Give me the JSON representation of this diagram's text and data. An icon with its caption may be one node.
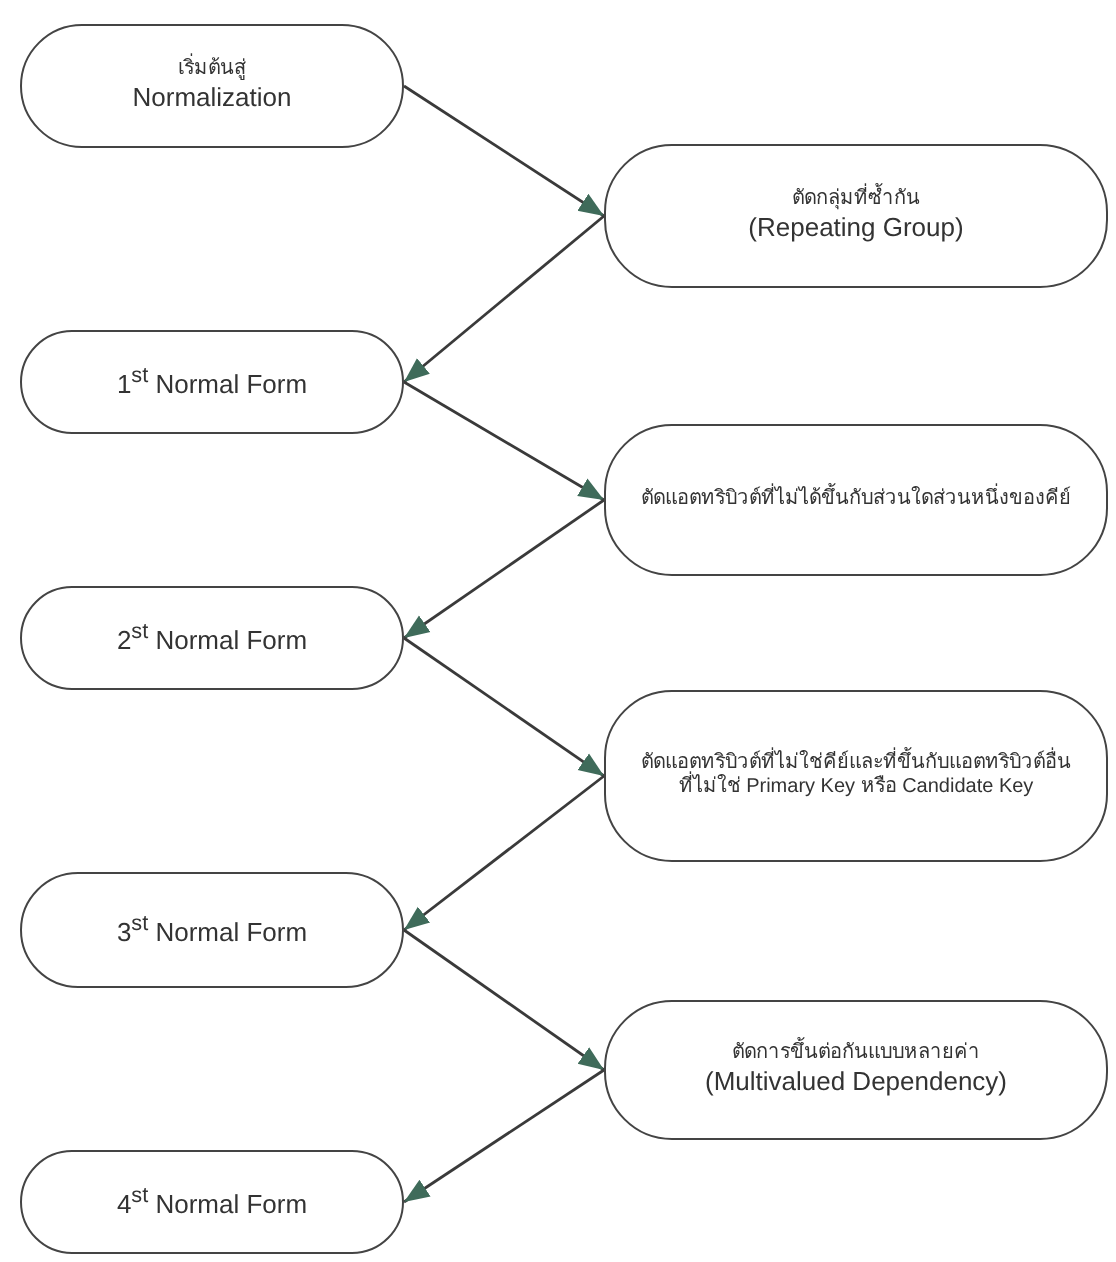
{
  "diagram": {
    "nodes": [
      {
        "text": [
          "เริ่มต้นสู่",
          "Normalization"
        ]
      },
      {
        "text": [
          "ตัดกลุ่มที่ซ้ำกัน",
          "(Repeating Group)"
        ]
      },
      {
        "text": [
          "1$^{st}$ Normal Form"
        ]
      },
      {
        "text": [
          "ตัดแอตทริบิวต์ที่ไม่ได้ขึ้นกับส่วนใดส่วนหนึ่งของคีย์"
        ]
      },
      {
        "text": [
          "2$^{st}$ Normal Form"
        ]
      },
      {
        "text": [
          "ตัดแอตทริบิวต์ที่ไม่ใช่คีย์และที่ขึ้นกับแอตทริบิวต์อื่นที่ไม่ใช่ Primary Key หรือ Candidate Key"
        ]
      },
      {
        "text": [
          "3$^{st}$ Normal Form"
        ]
      },
      {
        "text": [
          "ตัดการขึ้นต่อกันแบบหลายค่า",
          "(Multivalued Dependency)"
        ]
      },
      {
        "text": [
          "4$^{st}$ Normal Form"
        ]
      }
    ],
    "edges": [
      {
        "from": 0,
        "to": 1,
        "arrow": "to"
      },
      {
        "from": 1,
        "to": 2,
        "arrow": "to"
      },
      {
        "from": 2,
        "to": 3,
        "arrow": "to"
      },
      {
        "from": 3,
        "to": 4,
        "arrow": "to"
      },
      {
        "from": 4,
        "to": 5,
        "arrow": "to"
      },
      {
        "from": 5,
        "to": 6,
        "arrow": "to"
      },
      {
        "from": 6,
        "to": 7,
        "arrow": "to"
      },
      {
        "from": 7,
        "to": 8,
        "arrow": "to"
      }
    ]
  }
}
